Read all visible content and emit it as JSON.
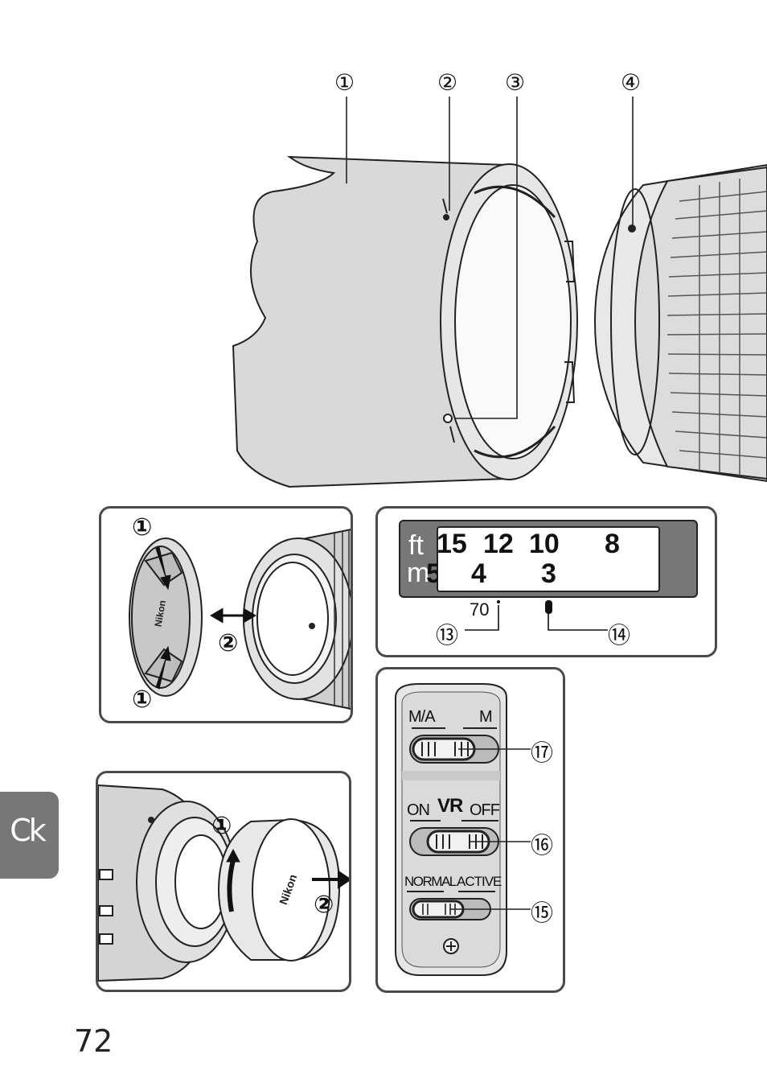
{
  "main_figure": {
    "callouts": [
      "①",
      "②",
      "③",
      "④"
    ]
  },
  "cap_panel": {
    "callout_top": "①",
    "callout_bottom": "①",
    "callout_move": "②",
    "cap_brand": "Nikon"
  },
  "scale_panel": {
    "unit_ft": "ft",
    "unit_m": "m",
    "ft_values": [
      "15",
      "12",
      "10",
      "8"
    ],
    "m_values": [
      "5",
      "4",
      "3"
    ],
    "mark_label": "70",
    "callout_left": "⑬",
    "callout_right": "⑭"
  },
  "switch_panel": {
    "focus_mode": {
      "left": "M/A",
      "right": "M",
      "callout": "⑰"
    },
    "vr": {
      "title": "VR",
      "left": "ON",
      "right": "OFF",
      "callout": "⑯"
    },
    "vr_mode": {
      "left": "NORMAL",
      "right": "ACTIVE",
      "callout": "⑮"
    }
  },
  "rear_cap_panel": {
    "callout_rotate": "①",
    "callout_remove": "②",
    "cap_brand": "Nikon"
  },
  "side_tab": {
    "label": "Ck"
  },
  "page_number": "72"
}
